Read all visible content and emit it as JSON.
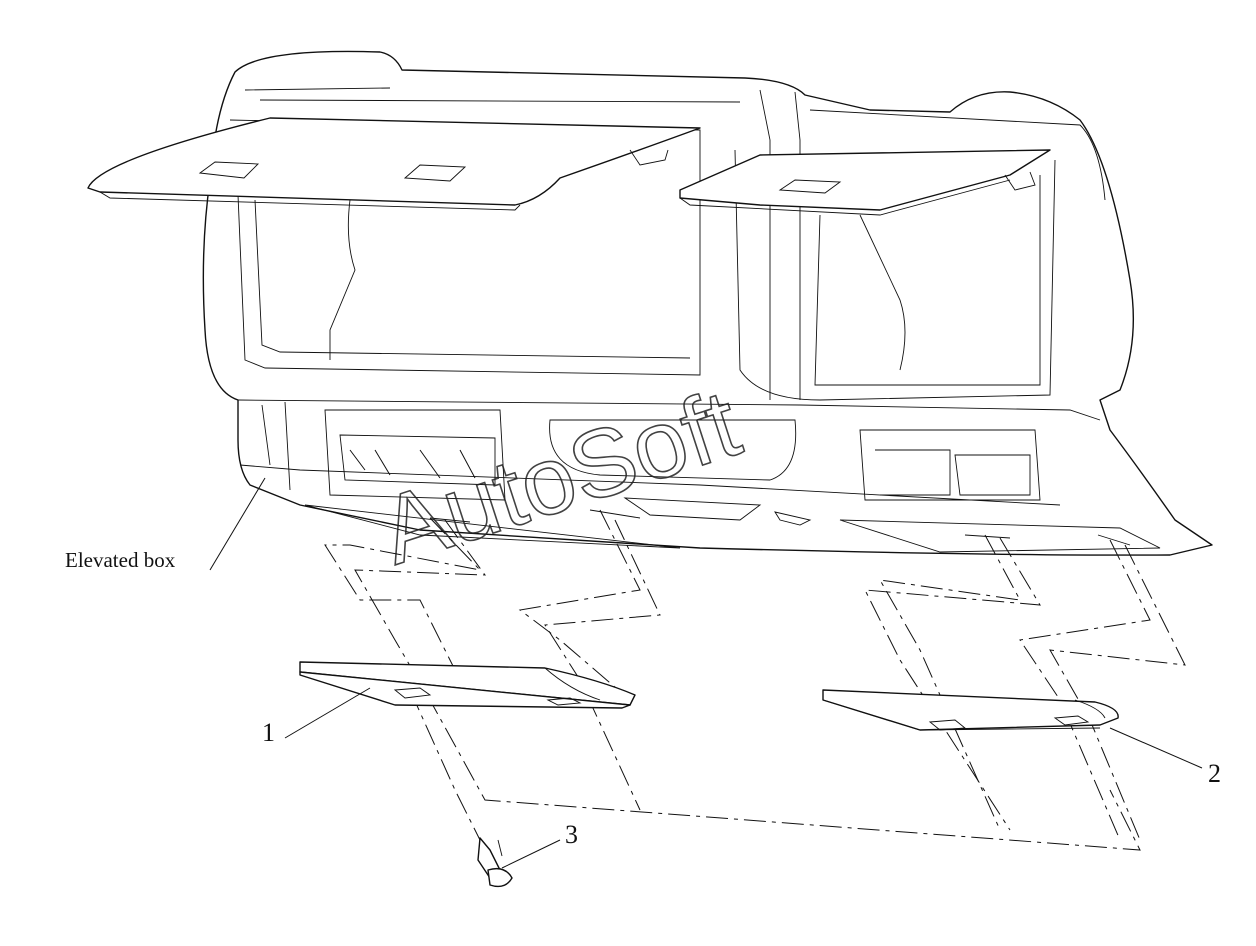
{
  "labels": {
    "elevated_box": "Elevated box",
    "part1": "1",
    "part2": "2",
    "part3": "3"
  },
  "watermark": "AutoSoft"
}
